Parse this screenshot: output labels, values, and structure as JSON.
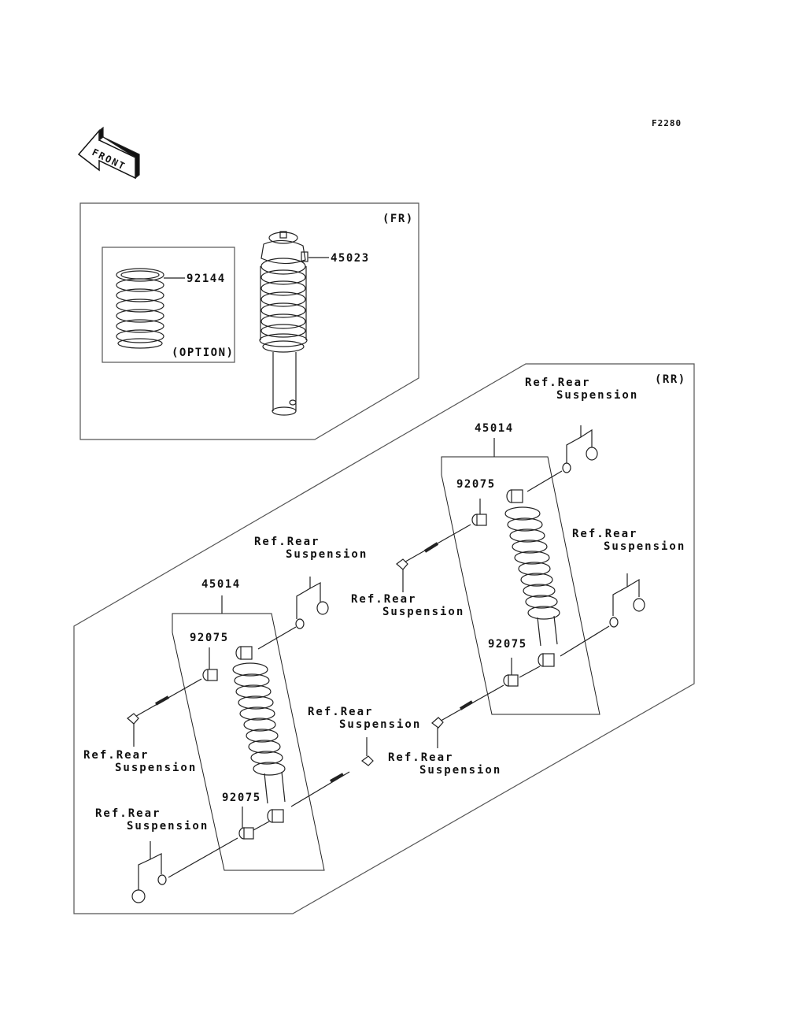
{
  "figure_code": "F2280",
  "front_indicator": {
    "label": "FRONT",
    "icon": "front-arrow-icon"
  },
  "front_section": {
    "tag": "(FR)",
    "option_box": {
      "tag": "(OPTION)",
      "part": "92144",
      "part_name": "spring-icon"
    },
    "shock_absorber": {
      "part": "45023",
      "part_name": "front-shock-absorber-icon"
    }
  },
  "rear_section": {
    "tag": "(RR)",
    "right_unit": {
      "assembly": "45014",
      "bushing_upper": "92075",
      "bushing_lower": "92075",
      "refs": [
        {
          "line1": "Ref.Rear",
          "line2": "Suspension"
        },
        {
          "line1": "Ref.Rear",
          "line2": "Suspension"
        },
        {
          "line1": "Ref.Rear",
          "line2": "Suspension"
        },
        {
          "line1": "Ref.Rear",
          "line2": "Suspension"
        }
      ]
    },
    "left_unit": {
      "assembly": "45014",
      "bushing_upper": "92075",
      "bushing_lower": "92075",
      "refs": [
        {
          "line1": "Ref.Rear",
          "line2": "Suspension"
        },
        {
          "line1": "Ref.Rear",
          "line2": "Suspension"
        },
        {
          "line1": "Ref.Rear",
          "line2": "Suspension"
        },
        {
          "line1": "Ref.Rear",
          "line2": "Suspension"
        }
      ]
    }
  }
}
